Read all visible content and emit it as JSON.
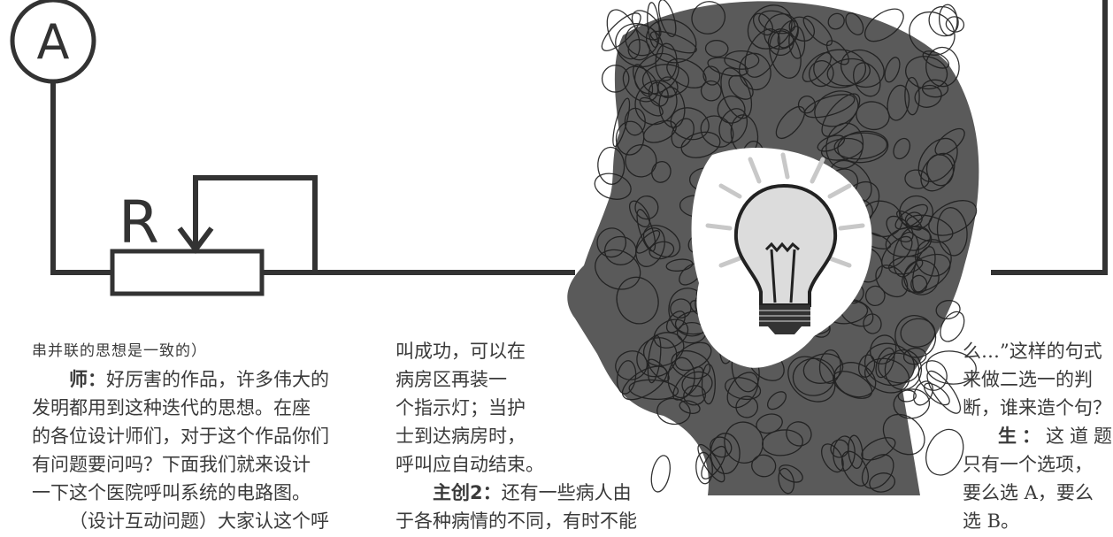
{
  "illustration": {
    "ammeter_label": "A",
    "resistor_label": "R"
  },
  "column1": {
    "line1": "串并联的思想是一致的）",
    "line2_speaker": "师：",
    "line2_text": "好厉害的作品，许多伟大的",
    "line3": "发明都用到这种迭代的思想。在座",
    "line4": "的各位设计师们，对于这个作品你们",
    "line5": "有问题要问吗？下面我们就来设计",
    "line6": "一下这个医院呼叫系统的电路图。",
    "line7": "（设计互动问题）大家认这个呼"
  },
  "column2": {
    "line1": "叫成功，可以在",
    "line2": "病房区再装一",
    "line3": "个指示灯；当护",
    "line4": "士到达病房时，",
    "line5": "呼叫应自动结束。",
    "line6_speaker": "主创2：",
    "line6_text": "还有一些病人由",
    "line7": "于各种病情的不同，有时不能"
  },
  "column3": {
    "line1": "么…”这样的句式",
    "line2": "来做二选一的判",
    "line3": "断，谁来造个句？",
    "line4_speaker": "生：",
    "line4_text": "这道题",
    "line5": "只有一个选项，",
    "line6": "要么选 A，要么",
    "line7": "选 B。"
  }
}
